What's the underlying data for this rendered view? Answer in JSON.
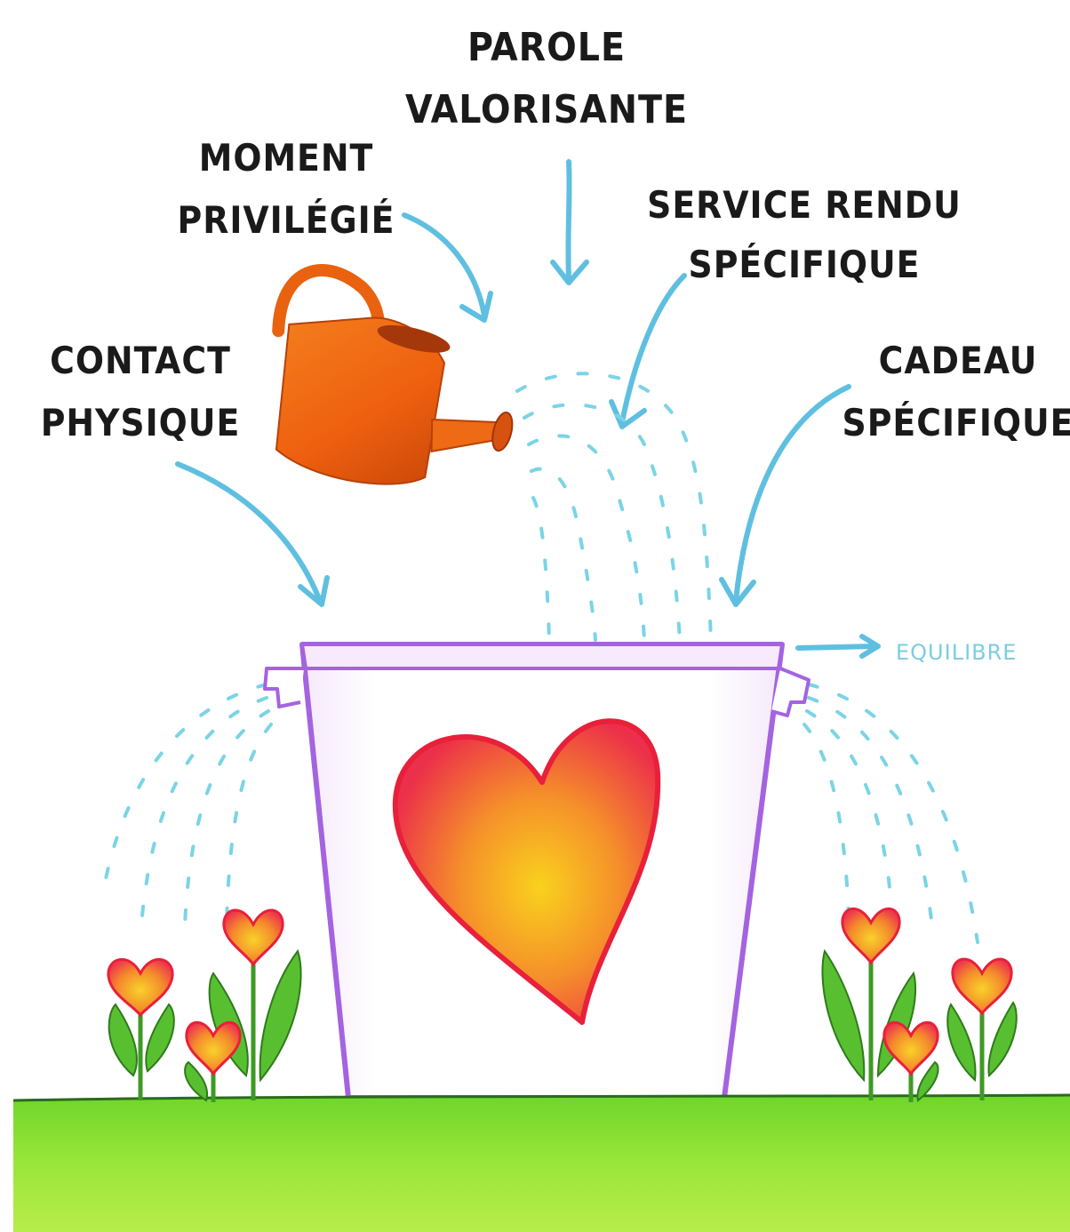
{
  "labels": {
    "parole_line1": "PAROLE",
    "parole_line2": "VALORISANTE",
    "moment_line1": "MOMENT",
    "moment_line2": "PRIVILÉGIÉ",
    "service_line1": "SERVICE RENDU",
    "service_line2": "SPÉCIFIQUE",
    "contact_line1": "CONTACT",
    "contact_line2": "PHYSIQUE",
    "cadeau_line1": "CADEAU",
    "cadeau_line2": "SPÉCIFIQUE",
    "equilibre": "EQUILIBRE"
  },
  "colors": {
    "arrow": "#5fbfe0",
    "water_drops": "#7ad4e6",
    "bucket_outline": "#a463e0",
    "heart_outer": "#e8203a",
    "heart_inner": "#f7c21b",
    "watering_can": "#ef6a12",
    "grass": "#7fdc2e",
    "leaf": "#4fae2c"
  },
  "icons": [
    "watering-can-icon",
    "bucket-icon",
    "heart-icon",
    "flower-icon",
    "arrow-icon"
  ]
}
